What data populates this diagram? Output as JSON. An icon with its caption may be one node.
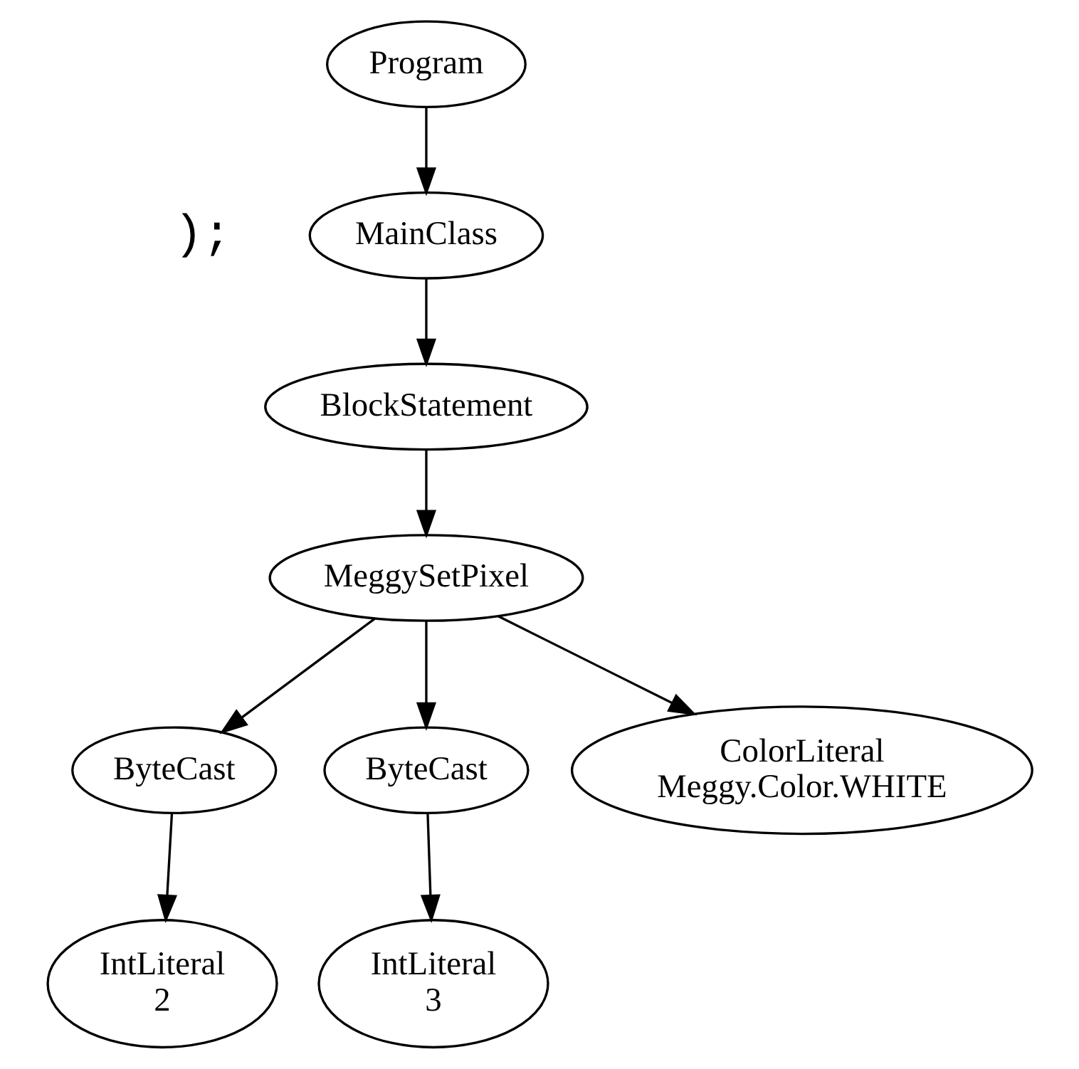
{
  "diagram": {
    "nodes": [
      {
        "text": [
          "Program"
        ]
      },
      {
        "text": [
          "MainClass"
        ]
      },
      {
        "text": [
          "BlockStatement"
        ]
      },
      {
        "text": [
          "MeggySetPixel"
        ]
      },
      {
        "text": [
          "ByteCast"
        ]
      },
      {
        "text": [
          "ByteCast"
        ]
      },
      {
        "text": [
          "ColorLiteral",
          "Meggy.Color.WHITE"
        ]
      },
      {
        "text": [
          "IntLiteral",
          "2"
        ]
      },
      {
        "text": [
          "IntLiteral",
          "3"
        ]
      }
    ],
    "edges": [
      {
        "from": 0,
        "to": 1,
        "arrow": "to"
      },
      {
        "from": 1,
        "to": 2,
        "arrow": "to"
      },
      {
        "from": 2,
        "to": 3,
        "arrow": "to"
      },
      {
        "from": 3,
        "to": 4,
        "arrow": "to"
      },
      {
        "from": 3,
        "to": 5,
        "arrow": "to"
      },
      {
        "from": 3,
        "to": 6,
        "arrow": "to"
      },
      {
        "from": 4,
        "to": 7,
        "arrow": "to"
      },
      {
        "from": 5,
        "to": 8,
        "arrow": "to"
      }
    ],
    "labels": [
      ");"
    ]
  }
}
